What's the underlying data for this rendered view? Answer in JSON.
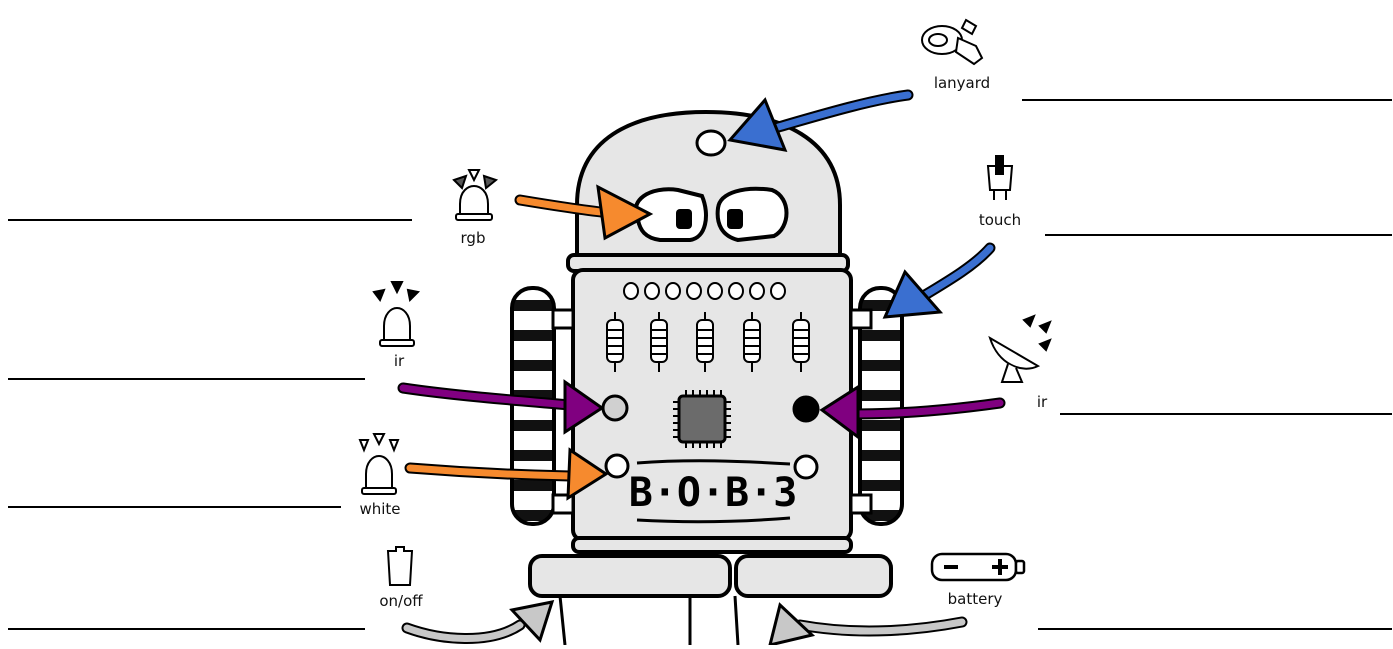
{
  "robot": {
    "name_plate": "B·O·B·3"
  },
  "labels": {
    "lanyard": "lanyard",
    "rgb": "rgb",
    "touch": "touch",
    "ir_left": "ir",
    "ir_right": "ir",
    "white": "white",
    "on_off": "on/off",
    "battery": "battery"
  },
  "colors": {
    "blue_arrow": "#3a6fd0",
    "orange_arrow": "#f68a2e",
    "purple_arrow": "#800080",
    "gray_arrow": "#c8c8c8",
    "robot_body": "#e6e6e6",
    "chip": "#6b6b6b"
  },
  "icons": [
    "lanyard-icon",
    "rgb-led-icon",
    "touch-sensor-icon",
    "ir-led-icon",
    "ir-receiver-icon",
    "white-led-icon",
    "switch-icon",
    "battery-icon"
  ]
}
